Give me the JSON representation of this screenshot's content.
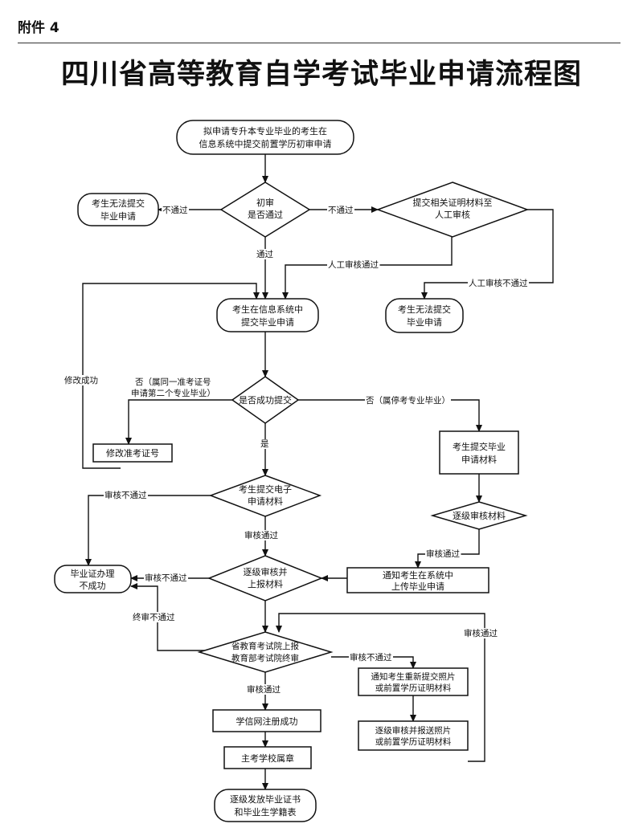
{
  "header": {
    "attachment": "附件 4",
    "title": "四川省高等教育自学考试毕业申请流程图"
  },
  "nodes": {
    "start": [
      "拟申请专升本专业毕业的考生在",
      "信息系统中提交前置学历初审申请"
    ],
    "initial_review": [
      "初审",
      "是否通过"
    ],
    "fail_left": [
      "考生无法提交",
      "毕业申请"
    ],
    "manual_submit": [
      "提交相关证明材料至",
      "人工审核"
    ],
    "fail_right": [
      "考生无法提交",
      "毕业申请"
    ],
    "submit_grad": [
      "考生在信息系统中",
      "提交毕业申请"
    ],
    "submit_success": [
      "是否成功提交"
    ],
    "modify_id": [
      "修改准考证号"
    ],
    "submit_materials": [
      "考生提交毕业",
      "申请材料"
    ],
    "e_materials": [
      "考生提交电子",
      "申请材料"
    ],
    "level_review_right": [
      "逐级审核材料"
    ],
    "grad_fail": [
      "毕业证办理",
      "不成功"
    ],
    "level_report": [
      "逐级审核并",
      "上报材料"
    ],
    "notify_upload": [
      "通知考生在系统中",
      "上传毕业申请"
    ],
    "final_review": [
      "省教育考试院上报",
      "教育部考试院终审"
    ],
    "notify_resubmit": [
      "通知考生重新提交照片",
      "或前置学历证明材料"
    ],
    "level_photo": [
      "逐级审核并报送照片",
      "或前置学历证明材料"
    ],
    "chsi": [
      "学信网注册成功"
    ],
    "stamp": [
      "主考学校属章"
    ],
    "issue": [
      "逐级发放毕业证书",
      "和毕业生学籍表"
    ]
  },
  "labels": {
    "not_pass_left": "不通过",
    "not_pass_right": "不通过",
    "pass": "通过",
    "manual_pass": "人工审核通过",
    "manual_fail": "人工审核不通过",
    "modify_success": "修改成功",
    "no_left": [
      "否（属同一准考证号",
      "申请第二个专业毕业）"
    ],
    "no_right": "否（属停考专业毕业）",
    "yes": "是",
    "review_fail_1": "审核不通过",
    "review_pass_1": "审核通过",
    "review_pass_2": "审核通过",
    "review_fail_2": "审核不通过",
    "final_fail": "终审不通过",
    "review_fail_3": "审核不通过",
    "review_pass_3": "审核通过",
    "review_pass_4": "审核通过"
  }
}
